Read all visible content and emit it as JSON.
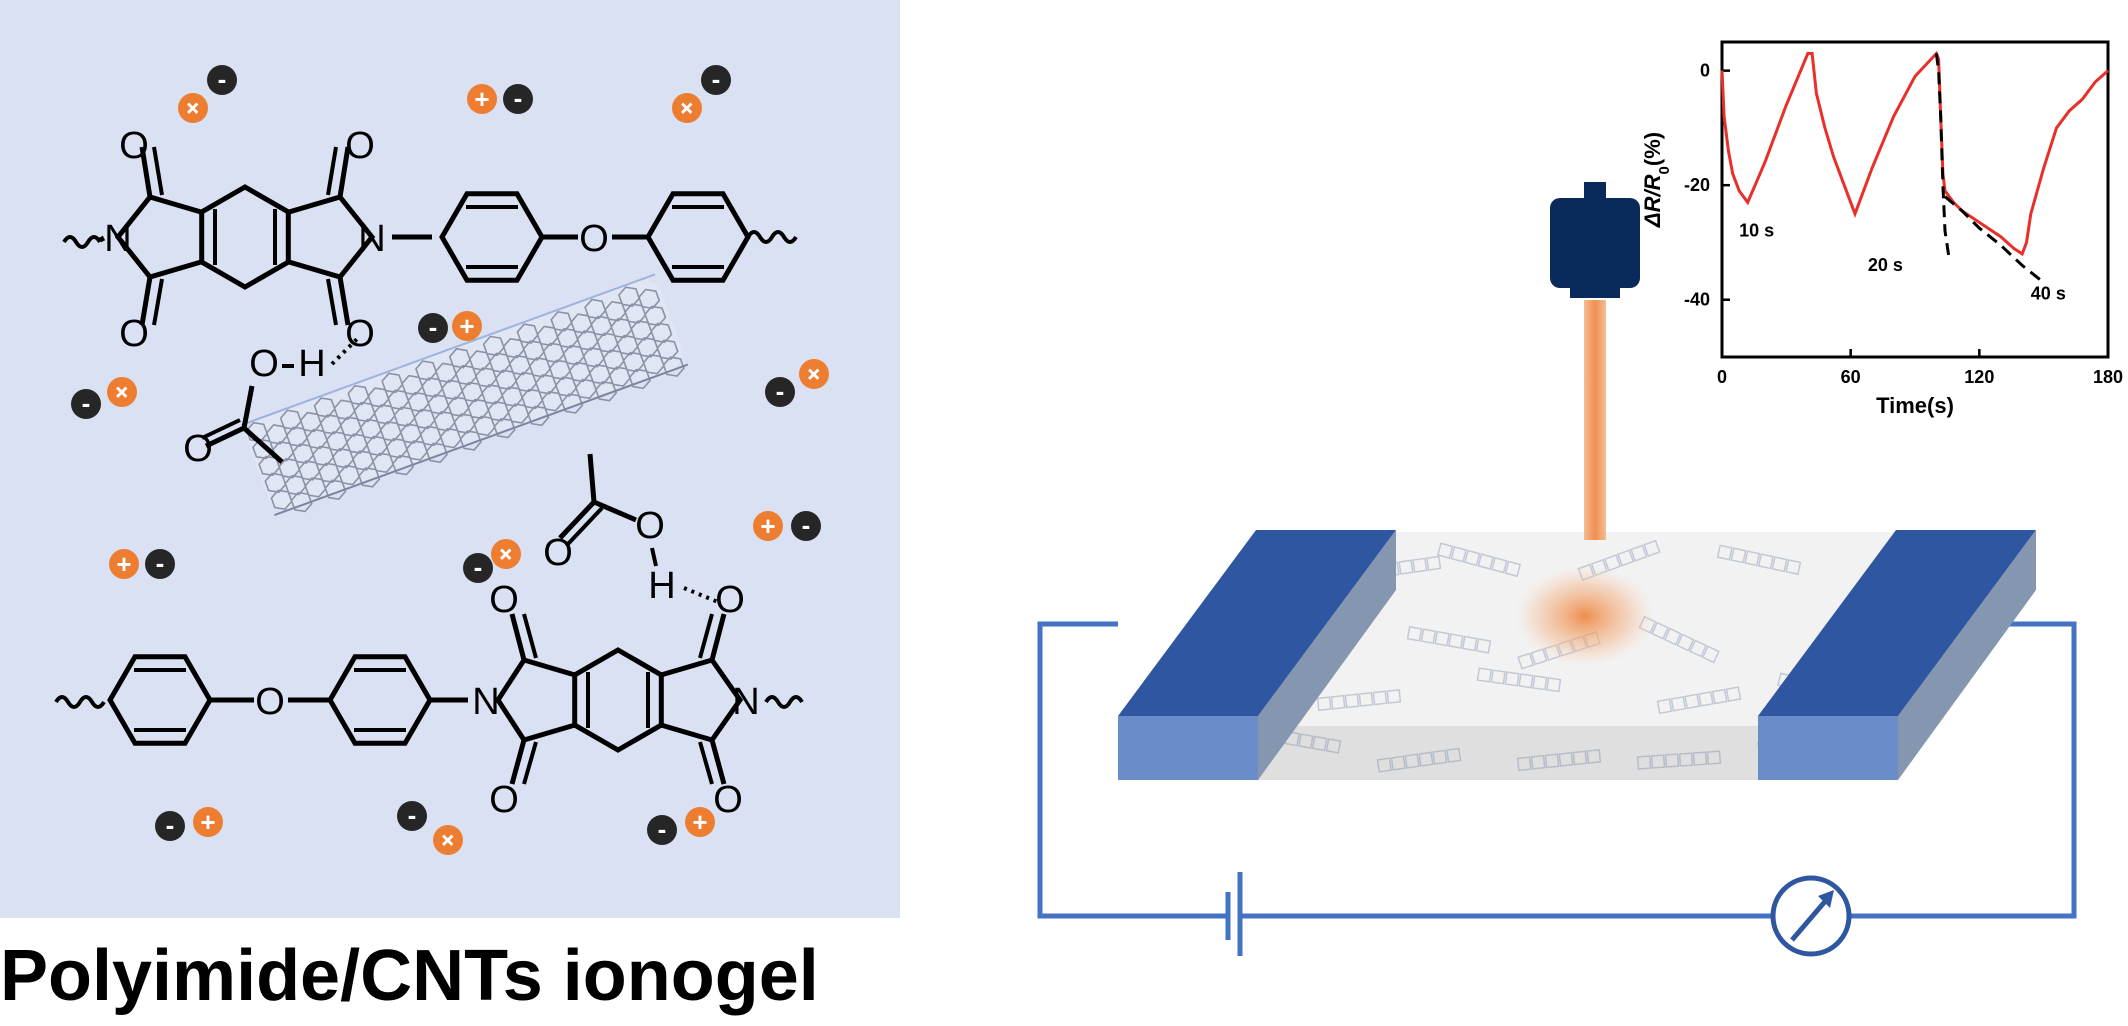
{
  "caption": "Polyimide/CNTs ionogel",
  "structure_labels": {
    "o_imide": "O",
    "n_imide": "N",
    "o_ether": "O",
    "o_acid": "O",
    "h_acid": "H"
  },
  "ion_symbols": {
    "cation": "+",
    "anion": "-"
  },
  "colors": {
    "panel_bg": "#d9e1f2",
    "cation": "#ed7d31",
    "anion": "#262626",
    "electrode": "#2f56a0",
    "circuit": "#4472c4",
    "laser_body": "#0b2a5c",
    "laser_beam": "#ed7d31",
    "curve": "#e8302a"
  },
  "icons": [
    "laser-emitter-icon",
    "battery-icon",
    "ammeter-icon",
    "carbon-nanotube-icon"
  ],
  "chart_data": {
    "type": "line",
    "xlabel": "Time(s)",
    "ylabel_parts": {
      "delta": "ΔR/R",
      "sub": "0",
      "unit": "(%)"
    },
    "xlim": [
      0,
      180
    ],
    "ylim": [
      -50,
      5
    ],
    "xticks": [
      0,
      60,
      120,
      180
    ],
    "yticks": [
      0,
      -20,
      -40
    ],
    "series": [
      {
        "style": "solid-red",
        "x": [
          0,
          1,
          3,
          5,
          8,
          12,
          20,
          30,
          40,
          42,
          44,
          48,
          52,
          57,
          62,
          70,
          80,
          90,
          100,
          101,
          102,
          103,
          104,
          106,
          108,
          112,
          118,
          124,
          130,
          136,
          140,
          142,
          144,
          150,
          156,
          162,
          168,
          174,
          180
        ],
        "y": [
          0,
          -8,
          -14,
          -18,
          -21,
          -23,
          -16,
          -6,
          3,
          3,
          -4,
          -10,
          -15,
          -20,
          -25,
          -17,
          -8,
          -1,
          3,
          2,
          -8,
          -18,
          -21,
          -22,
          -23,
          -24.5,
          -26,
          -27.5,
          -29,
          -31,
          -32,
          -30,
          -25,
          -17,
          -10,
          -7,
          -5,
          -2,
          0
        ]
      },
      {
        "style": "dashed-black",
        "x": [
          100,
          101,
          102,
          103,
          104,
          106
        ],
        "y": [
          3,
          0,
          -8,
          -20,
          -28,
          -33
        ]
      },
      {
        "style": "dashed-black",
        "x": [
          104,
          112,
          120,
          130,
          140,
          150
        ],
        "y": [
          -22,
          -24.5,
          -27.5,
          -30.5,
          -34,
          -37
        ]
      }
    ],
    "annotations": [
      {
        "text": "10 s",
        "x": 8,
        "y": -29
      },
      {
        "text": "20 s",
        "x": 68,
        "y": -35
      },
      {
        "text": "40 s",
        "x": 144,
        "y": -40
      }
    ]
  }
}
